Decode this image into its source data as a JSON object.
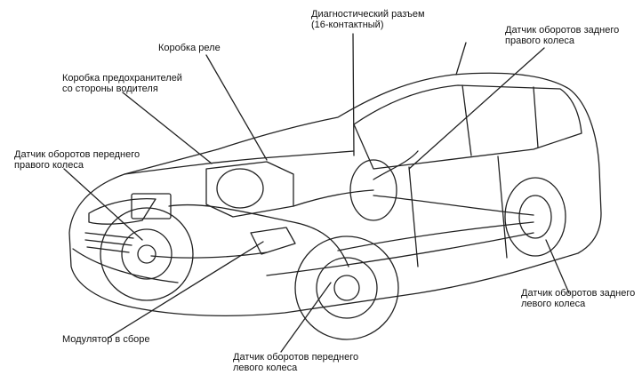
{
  "callouts": [
    {
      "id": "diag_connector",
      "text": "Диагностический разъем\n(16-контактный)"
    },
    {
      "id": "rear_right_sensor",
      "text": "Датчик оборотов заднего\nправого колеса"
    },
    {
      "id": "relay_box",
      "text": "Коробка реле"
    },
    {
      "id": "fuse_box_driver",
      "text": "Коробка предохранителей\nсо стороны водителя"
    },
    {
      "id": "front_right_sensor",
      "text": "Датчик оборотов переднего\nправого колеса"
    },
    {
      "id": "rear_left_sensor",
      "text": "Датчик оборотов заднего\nлевого колеса"
    },
    {
      "id": "modulator",
      "text": "Модулятор в сборе"
    },
    {
      "id": "front_left_sensor",
      "text": "Датчик оборотов переднего\nлевого колеса"
    }
  ]
}
